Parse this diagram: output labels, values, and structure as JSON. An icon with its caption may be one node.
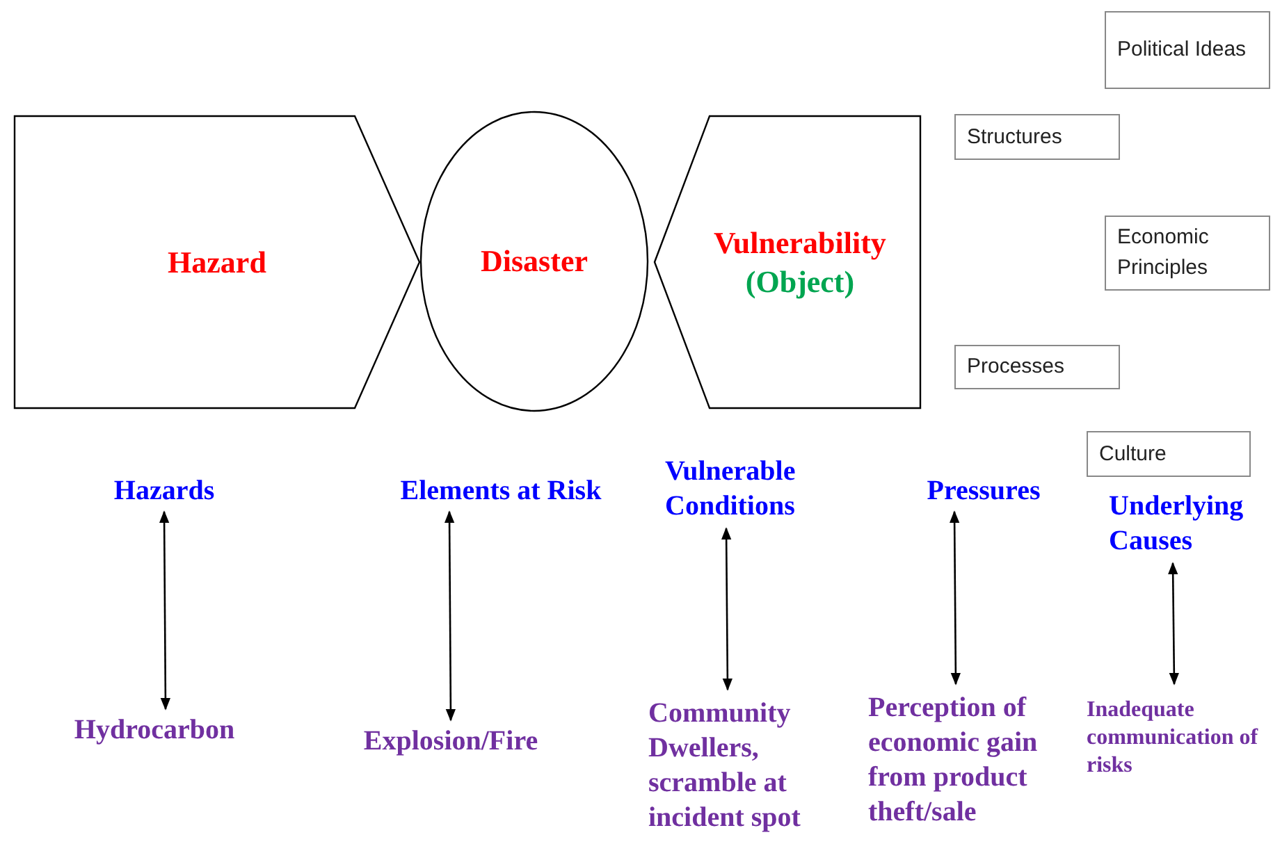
{
  "diagram": {
    "nodes": [
      {
        "text": [
          "Hazard"
        ]
      },
      {
        "text": [
          "Disaster"
        ]
      },
      {
        "text": [
          "Vulnerability",
          "(Object)"
        ]
      },
      {
        "text": [
          "Political Ideas"
        ]
      },
      {
        "text": [
          "Structures"
        ]
      },
      {
        "text": [
          "Economic Principles"
        ]
      },
      {
        "text": [
          "Processes"
        ]
      },
      {
        "text": [
          "Culture"
        ]
      },
      {
        "text": [
          "Hazards"
        ]
      },
      {
        "text": [
          "Elements at Risk"
        ]
      },
      {
        "text": [
          "Vulnerable Conditions"
        ]
      },
      {
        "text": [
          "Pressures"
        ]
      },
      {
        "text": [
          "Underlying Causes"
        ]
      },
      {
        "text": [
          "Hydrocarbon"
        ]
      },
      {
        "text": [
          "Explosion/Fire"
        ]
      },
      {
        "text": [
          "Community Dwellers, scramble at incident spot"
        ]
      },
      {
        "text": [
          "Perception of economic gain from product theft/sale"
        ]
      },
      {
        "text": [
          "Inadequate communication of risks"
        ]
      }
    ],
    "edges": [
      {
        "from": 8,
        "to": 13,
        "arrow": "both"
      },
      {
        "from": 9,
        "to": 14,
        "arrow": "both"
      },
      {
        "from": 10,
        "to": 15,
        "arrow": "both"
      },
      {
        "from": 11,
        "to": 16,
        "arrow": "both"
      },
      {
        "from": 12,
        "to": 17,
        "arrow": "both"
      }
    ]
  }
}
